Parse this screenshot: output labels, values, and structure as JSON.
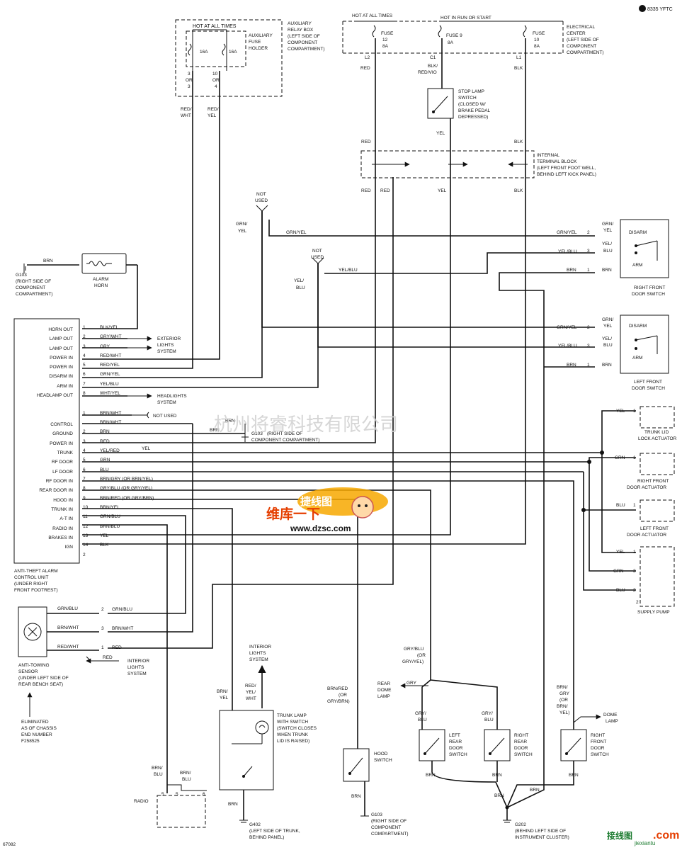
{
  "header_code": "8335 YFTC",
  "fig_id": "67082",
  "watermark": "杭州将睿科技有限公司",
  "logo": {
    "brand": "捷线图",
    "slogan": "维库一下",
    "url": "www.dzsc.com"
  },
  "corner_logo": {
    "text": "接线图",
    "url": "jiexiantu",
    "domain": ".com"
  },
  "aux": {
    "hot": "HOT AT ALL TIMES",
    "fuse_a": "16A",
    "fuse_b": "16A",
    "term_a": [
      "3",
      "OR",
      "3"
    ],
    "term_b": [
      "10",
      "OR",
      "4"
    ],
    "holder": [
      "AUXILIARY",
      "FUSE",
      "HOLDER"
    ],
    "box": [
      "AUXILIARY",
      "RELAY BOX",
      "(LEFT SIDE OF",
      "COMPONENT",
      "COMPARTMENT)"
    ],
    "wire_a": [
      "RED/",
      "WHT"
    ],
    "wire_b": [
      "RED/",
      "YEL"
    ]
  },
  "center": {
    "hot_always": "HOT AT ALL TIMES",
    "hot_run": "HOT IN RUN OR START",
    "fuse12": [
      "FUSE",
      "12",
      "8A"
    ],
    "fuse9": [
      "FUSE 9",
      "8A"
    ],
    "fuse10": [
      "FUSE",
      "10",
      "8A"
    ],
    "pins": [
      "L2",
      "C1",
      "L1"
    ],
    "label": [
      "ELECTRICAL",
      "CENTER",
      "(LEFT SIDE OF",
      "COMPONENT",
      "COMPARTMENT)"
    ],
    "wire_red": "RED",
    "wire_bv": [
      "BLK/",
      "RED/VIO"
    ],
    "wire_blk": "BLK"
  },
  "stop_switch": [
    "STOP LAMP",
    "SWITCH",
    "(CLOSED W/",
    "BRAKE PEDAL",
    "DEPRESSED)"
  ],
  "terminal_block": {
    "label": [
      "INTERNAL",
      "TERMINAL BLOCK",
      "(LEFT FRONT FOOT WELL,",
      "BEHIND LEFT KICK PANEL)"
    ],
    "above": [
      "RED",
      "BLK"
    ],
    "below": [
      "RED",
      "RED",
      "YEL",
      "BLK"
    ]
  },
  "wire_yel": "YEL",
  "not_used": [
    "NOT",
    "USED"
  ],
  "mid_wires": {
    "grn_yel": [
      "GRN/",
      "YEL"
    ],
    "grn_yel_run": "GRN/YEL",
    "yel_blu": [
      "YEL/",
      "BLU"
    ],
    "yel_blu_run": "YEL/BLU"
  },
  "horn": {
    "wire": "BRN",
    "ground": [
      "G103",
      "(RIGHT SIDE OF",
      "COMPONENT",
      "COMPARTMENT)"
    ],
    "label": [
      "ALARM",
      "HORN"
    ]
  },
  "rf_switch": {
    "wires": [
      "GRN/YEL",
      "YEL/BLU",
      "BRN"
    ],
    "pins": [
      "2",
      "3",
      "1"
    ],
    "side": [
      [
        "GRN/",
        "YEL"
      ],
      [
        "YEL/",
        "BLU"
      ],
      [
        "BRN"
      ]
    ],
    "disarm": "DISARM",
    "arm": "ARM",
    "label": [
      "RIGHT FRONT",
      "DOOR SWITCH"
    ]
  },
  "lf_switch": {
    "wires": [
      "GRN/YEL",
      "YEL/BLU",
      "BRN"
    ],
    "pins": [
      "2",
      "3",
      "1"
    ],
    "side": [
      [
        "GRN/",
        "YEL"
      ],
      [
        "YEL/",
        "BLU"
      ],
      [
        "BRN"
      ]
    ],
    "disarm": "DISARM",
    "arm": "ARM",
    "label": [
      "LEFT FRONT",
      "DOOR SWITCH"
    ]
  },
  "ctrl": {
    "label": [
      "ANTI-THEFT ALARM",
      "CONTROL UNIT",
      "(UNDER RIGHT",
      "FRONT FOOTREST)"
    ],
    "c1": [
      {
        "n": "1",
        "name": "HORN OUT",
        "wire": "BLK/YEL"
      },
      {
        "n": "2",
        "name": "LAMP OUT",
        "wire": "GRY/WHT"
      },
      {
        "n": "3",
        "name": "LAMP OUT",
        "wire": "GRY"
      },
      {
        "n": "4",
        "name": "POWER IN",
        "wire": "RED/WHT"
      },
      {
        "n": "5",
        "name": "POWER IN",
        "wire": "RED/YEL"
      },
      {
        "n": "6",
        "name": "DISARM IN",
        "wire": "GRN/YEL"
      },
      {
        "n": "7",
        "name": "ARM IN",
        "wire": "YEL/BLU"
      },
      {
        "n": "8",
        "name": "HEADLAMP OUT",
        "wire": "WHT/YEL"
      }
    ],
    "c2": [
      {
        "n": "1",
        "name": "",
        "wire": "BRN/WHT"
      },
      {
        "n": "",
        "name": "CONTROL",
        "wire": "BRN/WHT"
      },
      {
        "n": "2",
        "name": "GROUND",
        "wire": "BRN"
      },
      {
        "n": "3",
        "name": "POWER IN",
        "wire": "RED"
      },
      {
        "n": "4",
        "name": "TRUNK",
        "wire": "YEL/RED"
      },
      {
        "n": "5",
        "name": "RF DOOR",
        "wire": "GRN"
      },
      {
        "n": "6",
        "name": "LF DOOR",
        "wire": "BLU"
      },
      {
        "n": "7",
        "name": "RF DOOR IN",
        "wire": "BRN/GRY (OR BRN/YEL)"
      },
      {
        "n": "8",
        "name": "REAR DOOR IN",
        "wire": "GRY/BLU (OR GRY/YEL)"
      },
      {
        "n": "9",
        "name": "HOOD IN",
        "wire": "BRN/RED (OR GRY/BRN)"
      },
      {
        "n": "10",
        "name": "TRUNK IN",
        "wire": "BRN/YEL"
      },
      {
        "n": "11",
        "name": "A-T IN",
        "wire": "GRN/BLU"
      },
      {
        "n": "12",
        "name": "RADIO IN",
        "wire": "BRN/BLU"
      },
      {
        "n": "13",
        "name": "BRAKES IN",
        "wire": "YEL"
      },
      {
        "n": "14",
        "name": "IGN",
        "wire": "BLK"
      },
      {
        "n": "2",
        "name": "",
        "wire": ""
      }
    ]
  },
  "ext_lights": [
    "EXTERIOR",
    "LIGHTS",
    "SYSTEM"
  ],
  "headlights": [
    "HEADLIGHTS",
    "SYSTEM"
  ],
  "not_used_single": "NOT USED",
  "g103b": {
    "wire": "BRN",
    "wire2": "BRN",
    "label": [
      "G103",
      "(RIGHT SIDE OF",
      "COMPONENT COMPARTMENT)"
    ]
  },
  "trunk_yel": "YEL",
  "trunk_lid": {
    "wire": "YEL",
    "pin": "1",
    "label": [
      "TRUNK LID",
      "LOCK ACTUATOR"
    ]
  },
  "rf_act": {
    "wire": "GRN",
    "pin": "1",
    "label": [
      "RIGHT FRONT",
      "DOOR ACTUATOR"
    ]
  },
  "lf_act": {
    "wire": "BLU",
    "pin": "1",
    "label": [
      "LEFT FRONT",
      "DOOR ACTUATOR"
    ]
  },
  "pump": {
    "wires": [
      "YEL",
      "GRN",
      "BLU"
    ],
    "pins": [
      "1",
      "3",
      "2"
    ],
    "pin_bottom": "2",
    "label": "SUPPLY PUMP"
  },
  "sensor": {
    "wires": [
      "GRN/BLU",
      "BRN/WHT",
      "RED/WHT"
    ],
    "pins": [
      "2",
      "3",
      "1"
    ],
    "run": [
      "GRN/BLU",
      "BRN/WHT",
      "RED"
    ],
    "label": [
      "ANTI-TOWING",
      "SENSOR",
      "(UNDER LEFT SIDE OF",
      "REAR BENCH SEAT)"
    ],
    "elim": [
      "ELIMINATED",
      "AS OF CHASSIS",
      "END NUMBER",
      "F258525"
    ],
    "int_wire": "RED",
    "interior": [
      "INTERIOR",
      "LIGHTS",
      "SYSTEM"
    ]
  },
  "trunk_lamp": {
    "wire_left": [
      "BRN/",
      "YEL"
    ],
    "wire_right": [
      "RED/",
      "YEL/",
      "WHT"
    ],
    "interior": [
      "INTERIOR",
      "LIGHTS",
      "SYSTEM"
    ],
    "label": [
      "TRUNK LAMP",
      "WITH SWITCH",
      "(SWITCH CLOSES",
      "WHEN TRUNK",
      "LID IS RAISED)"
    ],
    "gnd_wire": "BRN",
    "ground": [
      "G402",
      "(LEFT SIDE OF TRUNK,",
      "BEHIND PANEL)"
    ]
  },
  "radio": {
    "wires": [
      [
        "BRN/",
        "BLU"
      ],
      [
        "BRN/",
        "BLU"
      ]
    ],
    "pins": [
      "5",
      "5",
      "6"
    ],
    "label": "RADIO"
  },
  "hood": {
    "wire": [
      "BRN/RED",
      "(OR",
      "GRY/BRN)"
    ],
    "label": [
      "HOOD",
      "SWITCH"
    ],
    "gnd_wire": "BRN",
    "ground": [
      "G103",
      "(RIGHT SIDE OF",
      "COMPONENT",
      "COMPARTMENT)"
    ]
  },
  "rear": {
    "wire_top": [
      "GRY/BLU",
      "(OR",
      "GRY/YEL)"
    ],
    "dome": [
      "REAR",
      "DOME",
      "LAMP"
    ],
    "dome_wire": "GRY",
    "lr": {
      "wire": [
        "GRY/",
        "BLU"
      ],
      "label": [
        "LEFT",
        "REAR",
        "DOOR",
        "SWITCH"
      ],
      "gnd": "BRN"
    },
    "rr": {
      "wire": [
        "GRY/",
        "BLU"
      ],
      "label": [
        "RIGHT",
        "REAR",
        "DOOR",
        "SWITCH"
      ],
      "gnd": "BRN"
    }
  },
  "rfd": {
    "wire": [
      "BRN/",
      "GRY",
      "(OR",
      "BRN/",
      "YEL)"
    ],
    "dome": [
      "DOME",
      "LAMP"
    ],
    "label": [
      "RIGHT",
      "FRONT",
      "DOOR",
      "SWITCH"
    ],
    "gnd": "BRN"
  },
  "g202": {
    "brn": [
      "BRN",
      "BRN"
    ],
    "label": [
      "G202",
      "(BEHIND LEFT SIDE OF",
      "INSTRUMENT CLUSTER)"
    ]
  }
}
